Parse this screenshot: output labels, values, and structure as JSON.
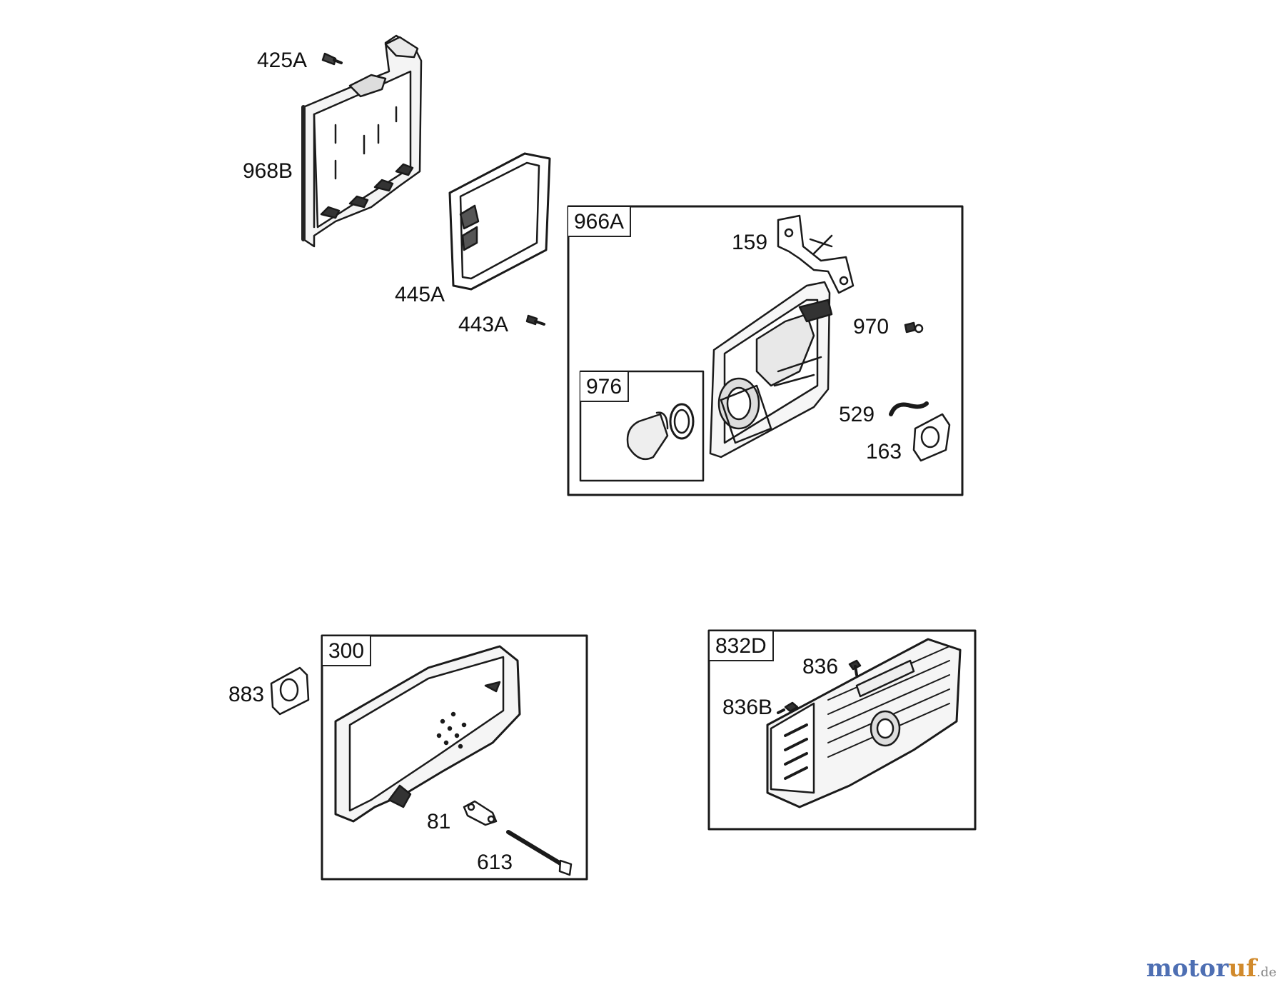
{
  "parts": {
    "p425A": "425A",
    "p968B": "968B",
    "p445A": "445A",
    "p443A": "443A",
    "p159": "159",
    "p970": "970",
    "p529": "529",
    "p163": "163",
    "p883": "883",
    "p81": "81",
    "p613": "613",
    "p836": "836",
    "p836B": "836B"
  },
  "groups": {
    "g966A": "966A",
    "g976": "976",
    "g300": "300",
    "g832D": "832D"
  },
  "watermark": {
    "part1": "motor",
    "part2": "uf",
    "suffix": ".de",
    "colors": {
      "primary": "#4e6fb3",
      "accent": "#d18a2c"
    }
  }
}
